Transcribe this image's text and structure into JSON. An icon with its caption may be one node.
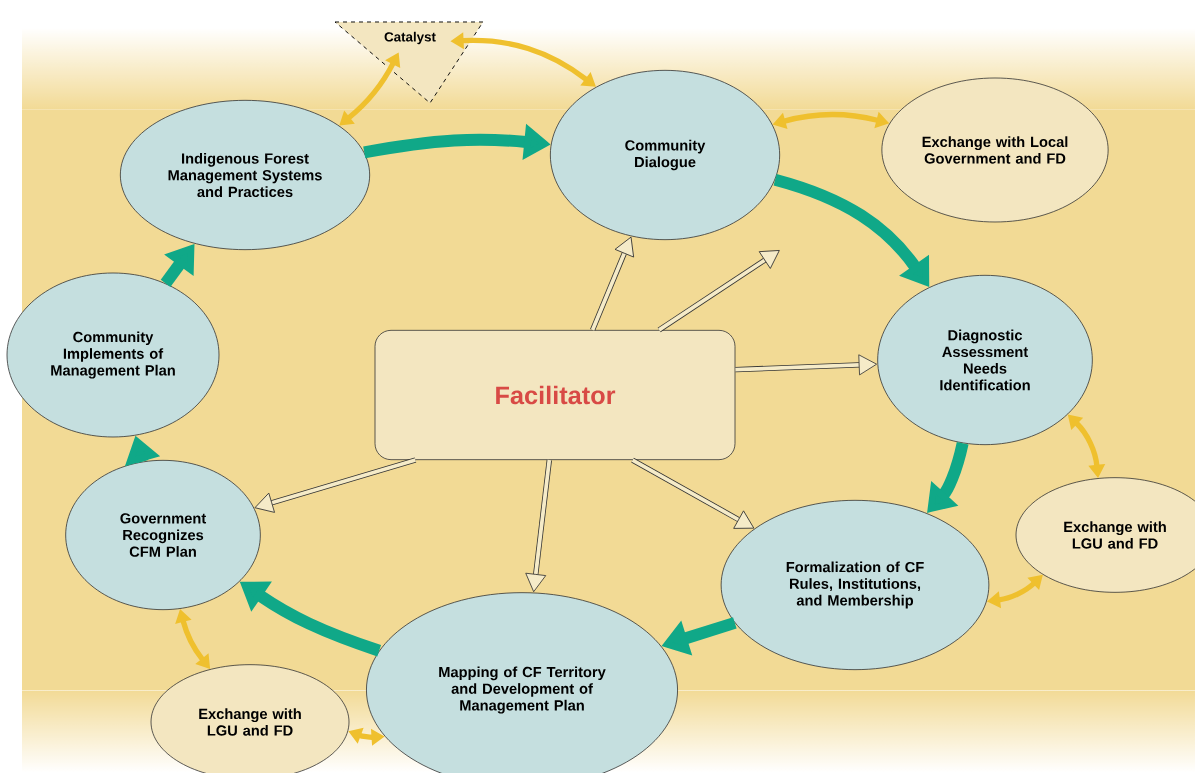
{
  "diagram": {
    "nodes": [
      {
        "text": [
          "Catalyst"
        ]
      },
      {
        "text": [
          "Indigenous Forest Management Systems and Practices"
        ]
      },
      {
        "text": [
          "Community Dialogue"
        ]
      },
      {
        "text": [
          "Exchange with Local Government and FD"
        ]
      },
      {
        "text": [
          "Community Implements of Management Plan"
        ]
      },
      {
        "text": [
          "Facilitator"
        ]
      },
      {
        "text": [
          "Diagnostic Assessment Needs Identification"
        ]
      },
      {
        "text": [
          "Government Recognizes CFM Plan"
        ]
      },
      {
        "text": [
          "Exchange with LGU and FD"
        ]
      },
      {
        "text": [
          "Formalization of CF Rules, Institutions, and Membership"
        ]
      },
      {
        "text": [
          "Exchange with LGU and FD"
        ]
      },
      {
        "text": [
          "Mapping of CF Territory and Development of Management Plan"
        ]
      }
    ],
    "edges": [
      {
        "from": 1,
        "to": 2,
        "arrow": "to",
        "style": "thick",
        "color": "#10a888"
      },
      {
        "from": 2,
        "to": 6,
        "arrow": "to",
        "style": "thick",
        "color": "#10a888"
      },
      {
        "from": 6,
        "to": 9,
        "arrow": "to",
        "style": "thick",
        "color": "#10a888"
      },
      {
        "from": 9,
        "to": 11,
        "arrow": "to",
        "style": "thick",
        "color": "#10a888"
      },
      {
        "from": 11,
        "to": 7,
        "arrow": "to",
        "style": "thick",
        "color": "#10a888"
      },
      {
        "from": 7,
        "to": 4,
        "arrow": "to",
        "style": "thick",
        "color": "#10a888"
      },
      {
        "from": 4,
        "to": 1,
        "arrow": "to",
        "style": "thick",
        "color": "#10a888"
      },
      {
        "from": 0,
        "to": 1,
        "arrow": "both",
        "color": "#efc02e"
      },
      {
        "from": 0,
        "to": 2,
        "arrow": "both",
        "color": "#efc02e"
      },
      {
        "from": 2,
        "to": 3,
        "arrow": "both",
        "color": "#efc02e"
      },
      {
        "from": 6,
        "to": 8,
        "arrow": "both",
        "color": "#efc02e"
      },
      {
        "from": 8,
        "to": 9,
        "arrow": "both",
        "color": "#efc02e"
      },
      {
        "from": 7,
        "to": 10,
        "arrow": "both",
        "color": "#efc02e"
      },
      {
        "from": 10,
        "to": 11,
        "arrow": "both",
        "color": "#efc02e"
      },
      {
        "from": 5,
        "to": 2,
        "arrow": "to",
        "color": "#333333"
      },
      {
        "from": 5,
        "to": null,
        "arrow": "to",
        "color": "#333333"
      },
      {
        "from": 5,
        "to": 6,
        "arrow": "to",
        "color": "#333333"
      },
      {
        "from": 5,
        "to": 9,
        "arrow": "to",
        "color": "#333333"
      },
      {
        "from": 5,
        "to": 11,
        "arrow": "to",
        "color": "#333333"
      },
      {
        "from": 5,
        "to": 7,
        "arrow": "to",
        "color": "#333333"
      }
    ]
  }
}
